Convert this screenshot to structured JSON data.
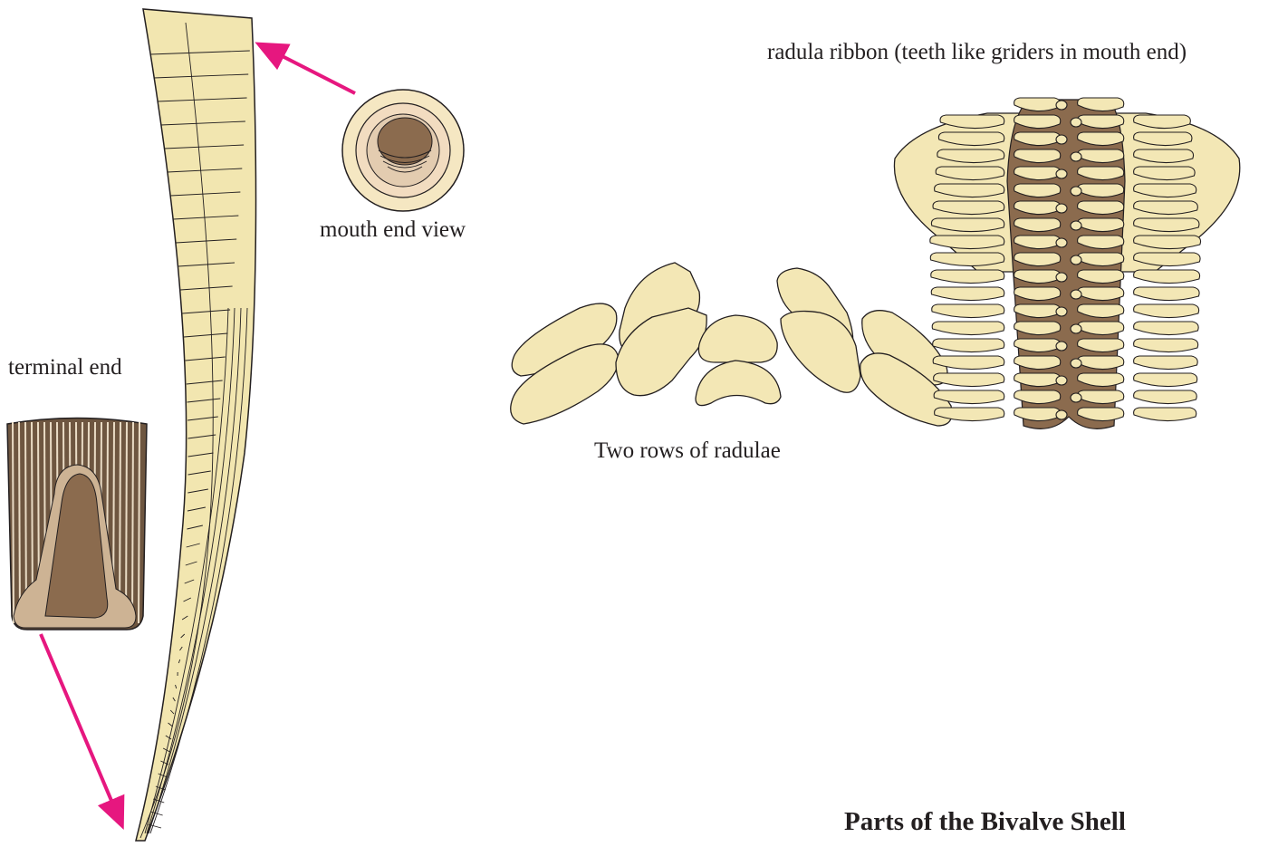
{
  "labels": {
    "mouth_end": "mouth end view",
    "terminal_end": "terminal end",
    "radulae_rows": "Two rows of radulae",
    "radula_ribbon": "radula ribbon (teeth like griders in mouth end)"
  },
  "title": "Parts of the Bivalve Shell",
  "colors": {
    "shell": "#f2e6b0",
    "shell_edge": "#231f20",
    "tooth": "#f3e7b5",
    "ribbon_core": "#8b6b4e",
    "terminal_dark": "#6e5640",
    "terminal_light": "#cdb394",
    "mouth_ring": "#f5e7c2",
    "mouth_inner": "#e3ccb0",
    "arrow": "#e6177f"
  }
}
